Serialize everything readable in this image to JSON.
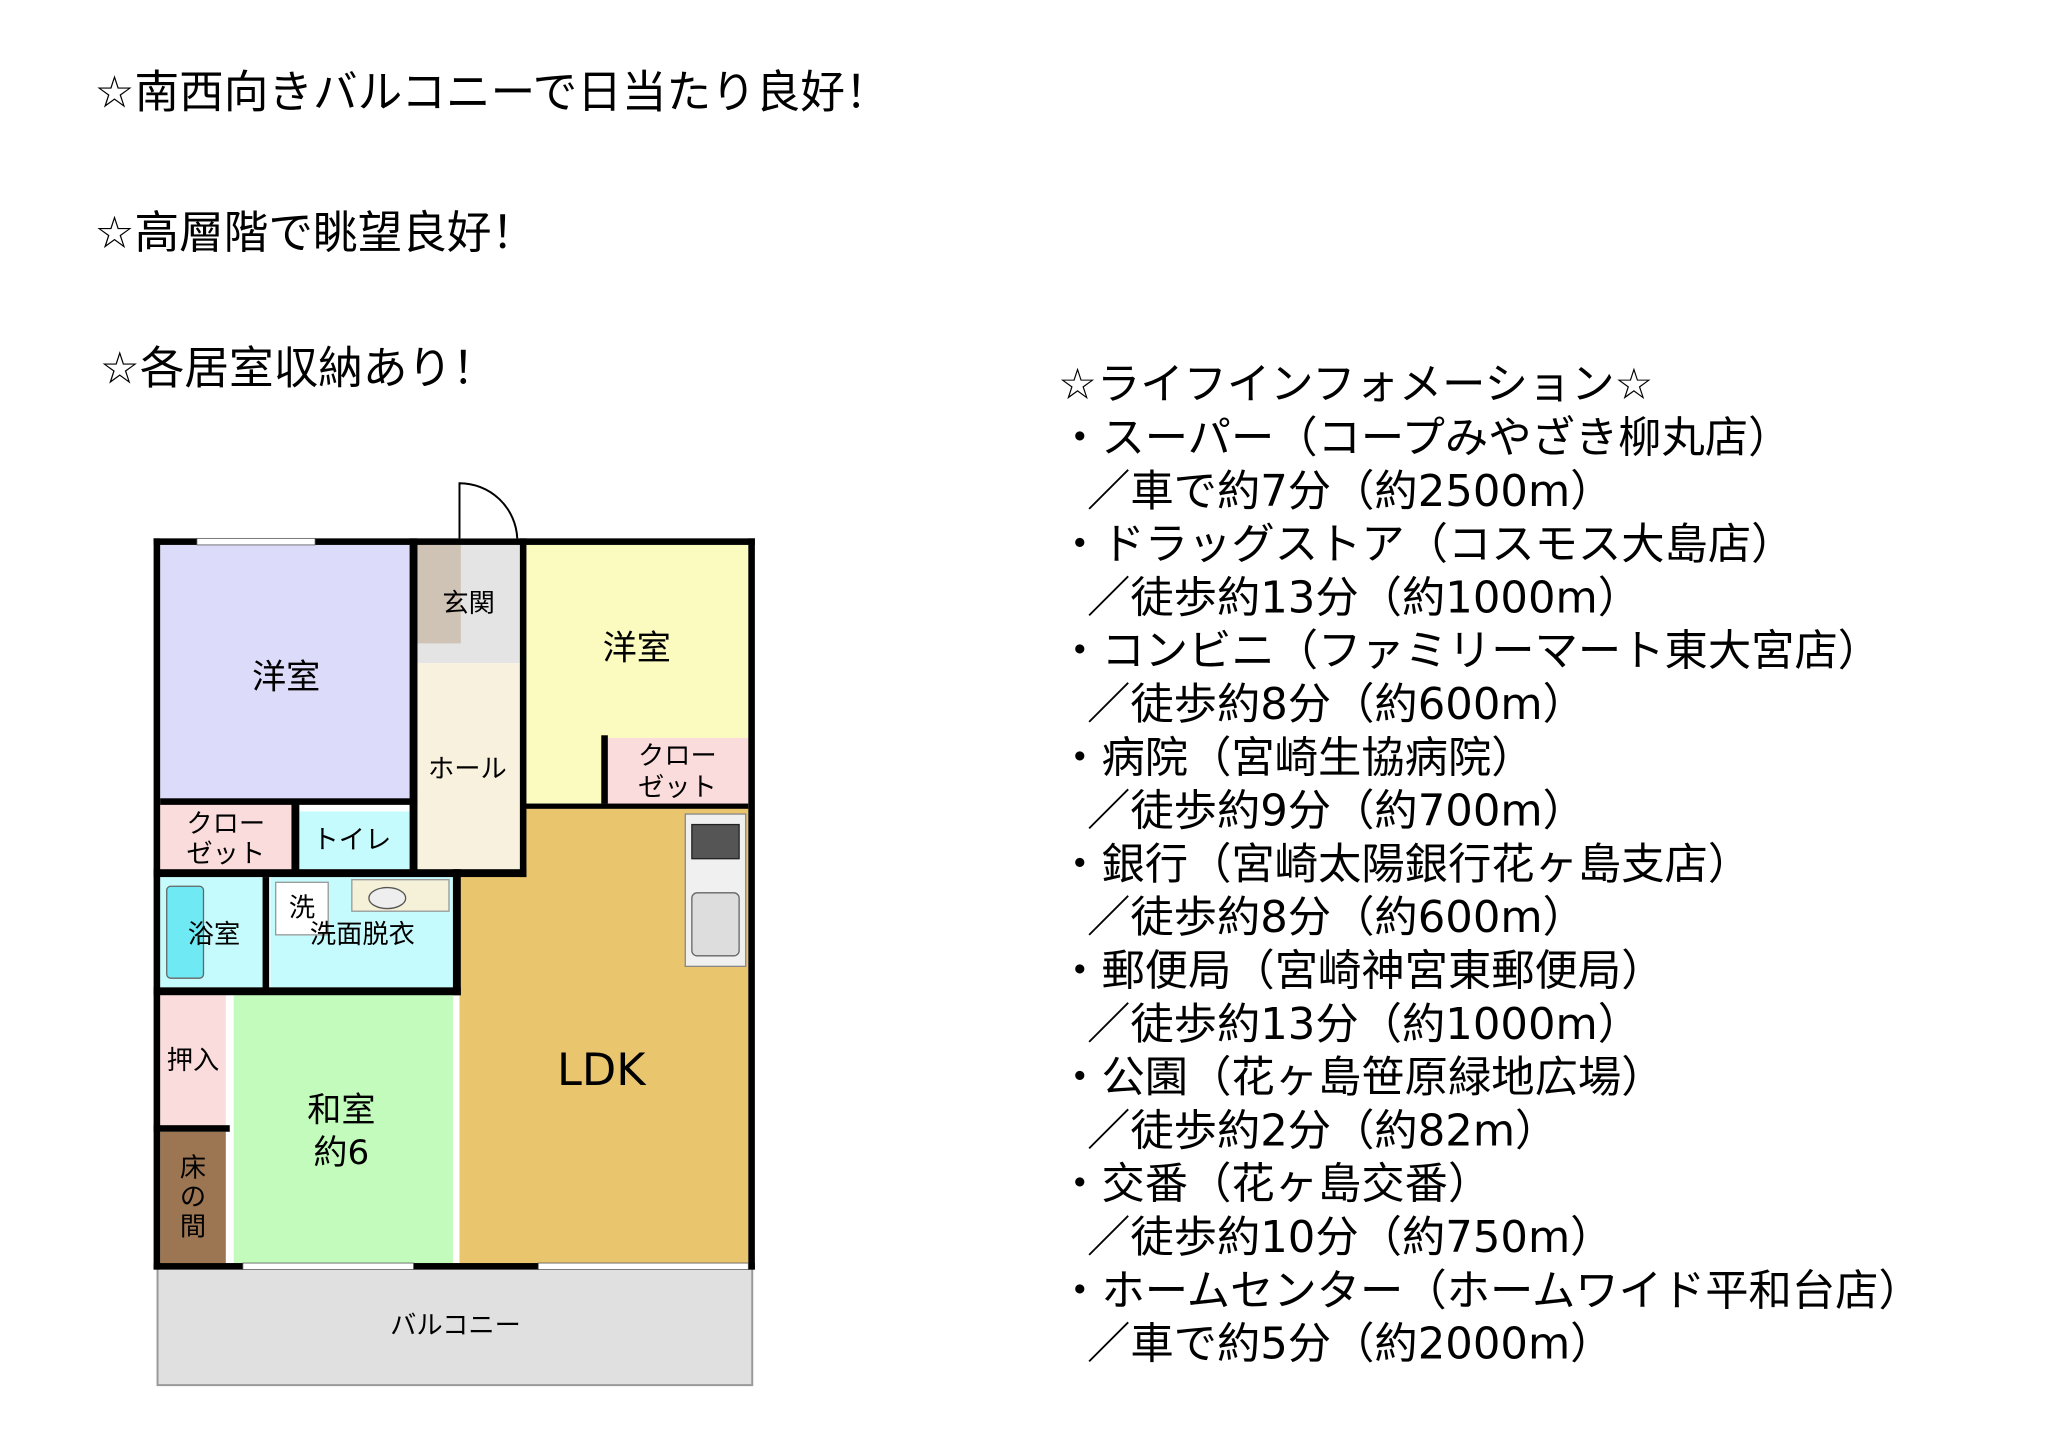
{
  "highlights": [
    "☆南西向きバルコニーで日当たり良好！",
    "☆高層階で眺望良好！",
    "☆各居室収納あり！"
  ],
  "life_info": {
    "title": "☆ライフインフォメーション☆",
    "items": [
      {
        "name": "・スーパー（コープみやざき柳丸店）",
        "access": "／車で約7分（約2500m）"
      },
      {
        "name": "・ドラッグストア（コスモス大島店）",
        "access": "／徒歩約13分（約1000m）"
      },
      {
        "name": "・コンビニ（ファミリーマート東大宮店）",
        "access": "／徒歩約8分（約600m）"
      },
      {
        "name": "・病院（宮崎生協病院）",
        "access": "／徒歩約9分（約700m）"
      },
      {
        "name": "・銀行（宮崎太陽銀行花ヶ島支店）",
        "access": "／徒歩約8分（約600m）"
      },
      {
        "name": "・郵便局（宮崎神宮東郵便局）",
        "access": "／徒歩約13分（約1000m）"
      },
      {
        "name": "・公園（花ヶ島笹原緑地広場）",
        "access": "／徒歩約2分（約82m）"
      },
      {
        "name": "・交番（花ヶ島交番）",
        "access": "／徒歩約10分（約750m）"
      },
      {
        "name": "・ホームセンター（ホームワイド平和台店）",
        "access": "／車で約5分（約2000m）"
      }
    ]
  },
  "floor_plan": {
    "western_room_1": "洋室",
    "western_room_2": "洋室",
    "entrance": "玄関",
    "hall": "ホール",
    "closet_1": [
      "クロー",
      "ゼット"
    ],
    "closet_2": [
      "クロー",
      "ゼット"
    ],
    "toilet": "トイレ",
    "bath": "浴室",
    "washer": "洗",
    "washroom": "洗面脱衣",
    "oshiire": "押入",
    "tokonoma": [
      "床",
      "の",
      "間"
    ],
    "japanese_room": "和室",
    "japanese_room_size": "約6",
    "ldk": "LDK",
    "balcony": "バルコニー",
    "colors": {
      "western_1": "#dcdcfa",
      "western_2": "#fbfbc0",
      "closet": "#fbdcdc",
      "wet": "#c6fbfd",
      "tub": "#6fe9f3",
      "hall": "#f8f1de",
      "entrance_tile": "#e4e4e4",
      "entrance_step": "#cfc3b5",
      "ldk": "#e9c56e",
      "japanese": "#c2fbbc",
      "tokonoma": "#9c7652",
      "balcony": "#e0e0e0"
    }
  }
}
